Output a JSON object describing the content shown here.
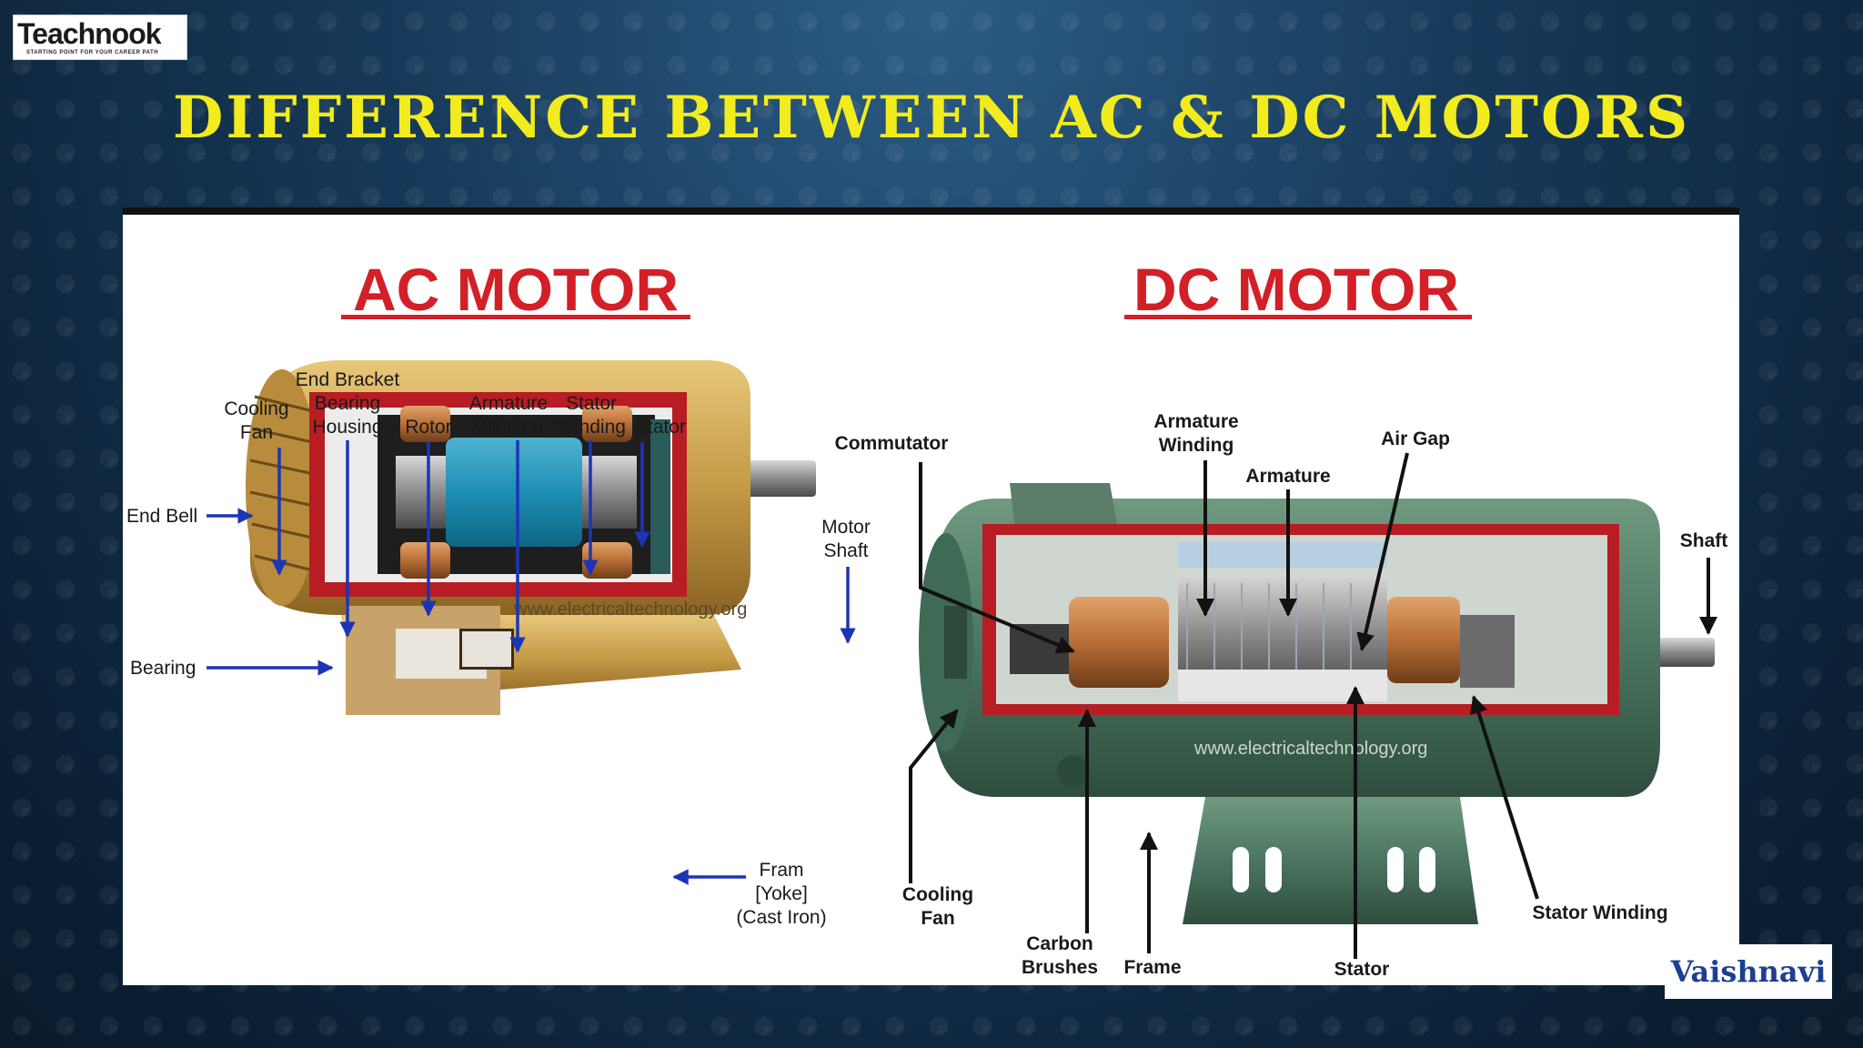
{
  "logo": {
    "text": "Teachnook",
    "tagline": "STARTING POINT FOR YOUR CAREER PATH"
  },
  "title": "DIFFERENCE BETWEEN AC & DC MOTORS",
  "ac": {
    "heading": "AC MOTOR",
    "labels": {
      "cooling_fan": [
        "Cooling",
        "Fan"
      ],
      "end_bracket": [
        "End Bracket",
        "Bearing",
        "Housing"
      ],
      "rotor": "Rotor",
      "armature_winding": [
        "Armature",
        "Winding"
      ],
      "stator_winding": [
        "Stator",
        "Winding"
      ],
      "stator": "Stator",
      "end_bell": "End Bell",
      "bearing": "Bearing",
      "motor_shaft": [
        "Motor",
        "Shaft"
      ],
      "frame": [
        "Fram",
        "[Yoke]",
        "(Cast Iron)"
      ]
    },
    "watermark": "www.electricaltechnology.org"
  },
  "dc": {
    "heading": "DC MOTOR",
    "labels": {
      "commutator": "Commutator",
      "armature_winding": [
        "Armature",
        "Winding"
      ],
      "armature": "Armature",
      "air_gap": "Air Gap",
      "shaft": "Shaft",
      "cooling_fan": [
        "Cooling",
        "Fan"
      ],
      "carbon_brushes": [
        "Carbon",
        "Brushes"
      ],
      "frame": "Frame",
      "stator": "Stator",
      "stator_winding": "Stator Winding"
    },
    "watermark": "www.electricaltechnology.org"
  },
  "signature": "Vaishnavi",
  "colors": {
    "title": "#f2ec1e",
    "heading": "#d31f26",
    "arrow_ac": "#1c35b8",
    "arrow_dc": "#111111"
  }
}
